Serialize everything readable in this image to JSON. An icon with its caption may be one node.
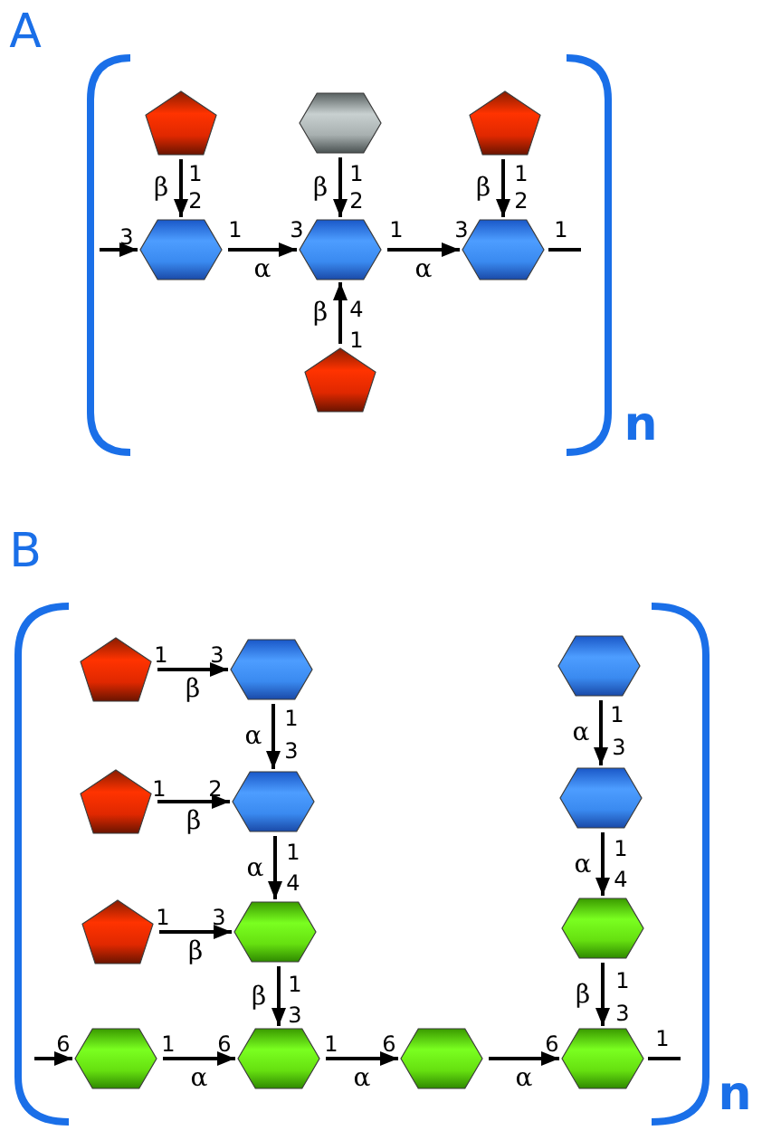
{
  "diagram": {
    "nodes": [
      {
        "text": [],
        "shape": "pentagon"
      },
      {
        "text": [],
        "shape": "hexagon"
      },
      {
        "text": [],
        "shape": "pentagon"
      },
      {
        "text": [],
        "shape": "hexagon"
      },
      {
        "text": [],
        "shape": "hexagon"
      },
      {
        "text": [],
        "shape": "hexagon"
      },
      {
        "text": [],
        "shape": "pentagon"
      },
      {
        "text": [],
        "shape": "pentagon"
      },
      {
        "text": [],
        "shape": "hexagon"
      },
      {
        "text": [],
        "shape": "hexagon"
      },
      {
        "text": [],
        "shape": "pentagon"
      },
      {
        "text": [],
        "shape": "hexagon"
      },
      {
        "text": [],
        "shape": "hexagon"
      },
      {
        "text": [],
        "shape": "pentagon"
      },
      {
        "text": [],
        "shape": "hexagon"
      },
      {
        "text": [],
        "shape": "hexagon"
      },
      {
        "text": [],
        "shape": "hexagon"
      },
      {
        "text": [],
        "shape": "hexagon"
      },
      {
        "text": [],
        "shape": "hexagon"
      },
      {
        "text": [],
        "shape": "hexagon"
      }
    ],
    "edges": [
      {
        "from": 0,
        "to": 3,
        "arrow": "to",
        "label": "β"
      },
      {
        "from": 1,
        "to": 4,
        "arrow": "to",
        "label": "β"
      },
      {
        "from": 2,
        "to": 5,
        "arrow": "to",
        "label": "β"
      },
      {
        "from": null,
        "to": 3,
        "arrow": "to"
      },
      {
        "from": 3,
        "to": 4,
        "arrow": "to",
        "label": "α"
      },
      {
        "from": 4,
        "to": 5,
        "arrow": "to",
        "label": "α"
      },
      {
        "from": 5,
        "to": null,
        "arrow": "none"
      },
      {
        "from": 6,
        "to": 4,
        "arrow": "to",
        "label": "β"
      },
      {
        "from": 7,
        "to": 8,
        "arrow": "to",
        "label": "β"
      },
      {
        "from": 8,
        "to": 11,
        "arrow": "to",
        "label": "α"
      },
      {
        "from": 10,
        "to": 11,
        "arrow": "to",
        "label": "β"
      },
      {
        "from": 11,
        "to": 14,
        "arrow": "to",
        "label": "α"
      },
      {
        "from": 13,
        "to": 14,
        "arrow": "to",
        "label": "β"
      },
      {
        "from": 14,
        "to": 17,
        "arrow": "to",
        "label": "β"
      },
      {
        "from": 9,
        "to": 12,
        "arrow": "to",
        "label": "α"
      },
      {
        "from": 12,
        "to": 15,
        "arrow": "to",
        "label": "α"
      },
      {
        "from": 15,
        "to": 19,
        "arrow": "to",
        "label": "β"
      },
      {
        "from": null,
        "to": 16,
        "arrow": "to"
      },
      {
        "from": 16,
        "to": 17,
        "arrow": "to",
        "label": "α"
      },
      {
        "from": 17,
        "to": 18,
        "arrow": "to",
        "label": "α"
      },
      {
        "from": 18,
        "to": 19,
        "arrow": "to",
        "label": "α"
      },
      {
        "from": 19,
        "to": null,
        "arrow": "none"
      }
    ],
    "labels": [
      "A",
      "1",
      "2",
      "1",
      "2",
      "1",
      "2",
      "3",
      "1",
      "3",
      "1",
      "3",
      "1",
      "4",
      "1",
      "n",
      "B",
      "1",
      "3",
      "1",
      "3",
      "1",
      "3",
      "1",
      "2",
      "1",
      "4",
      "1",
      "4",
      "1",
      "3",
      "1",
      "3",
      "1",
      "3",
      "6",
      "1",
      "6",
      "1",
      "6",
      "6",
      "1",
      "n"
    ]
  }
}
